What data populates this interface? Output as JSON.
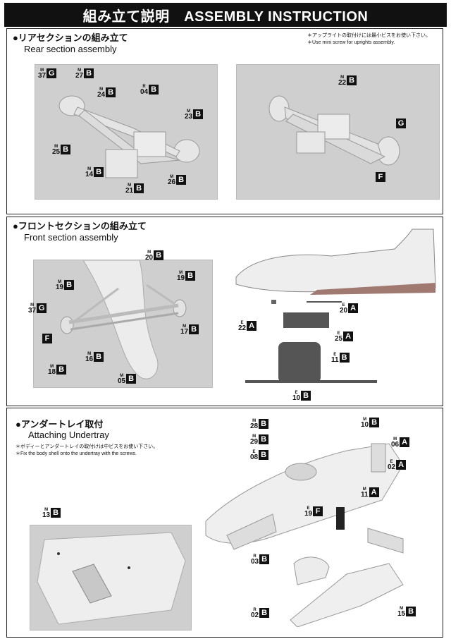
{
  "header": {
    "title": "組み立て説明　ASSEMBLY INSTRUCTION"
  },
  "sections": {
    "rear": {
      "title_jp": "●リアセクションの組み立て",
      "title_en": "Rear section assembly",
      "note_jp": "＊アップライトの取付けには最小ビスをお使い下さい。",
      "note_en": "＊Use mini screw for uprights assembly.",
      "left_labels": [
        {
          "code": "M",
          "num": "37",
          "box": "G"
        },
        {
          "code": "M",
          "num": "27",
          "box": "B"
        },
        {
          "code": "M",
          "num": "24",
          "box": "B"
        },
        {
          "code": "R",
          "num": "04",
          "box": "B"
        },
        {
          "code": "M",
          "num": "23",
          "box": "B"
        },
        {
          "code": "M",
          "num": "25",
          "box": "B"
        },
        {
          "code": "M",
          "num": "14",
          "box": "B"
        },
        {
          "code": "M",
          "num": "21",
          "box": "B"
        },
        {
          "code": "M",
          "num": "26",
          "box": "B"
        }
      ],
      "right_labels": [
        {
          "code": "M",
          "num": "22",
          "box": "B"
        },
        {
          "code": "",
          "num": "",
          "box": "G"
        },
        {
          "code": "",
          "num": "",
          "box": "F"
        }
      ]
    },
    "front": {
      "title_jp": "●フロントセクションの組み立て",
      "title_en": "Front section assembly",
      "left_labels": [
        {
          "code": "M",
          "num": "20",
          "box": "B"
        },
        {
          "code": "M",
          "num": "19",
          "box": "B"
        },
        {
          "code": "M",
          "num": "19",
          "box": "B"
        },
        {
          "code": "M",
          "num": "37",
          "box": "G"
        },
        {
          "code": "M",
          "num": "17",
          "box": "B"
        },
        {
          "code": "",
          "num": "",
          "box": "F"
        },
        {
          "code": "M",
          "num": "16",
          "box": "B"
        },
        {
          "code": "M",
          "num": "18",
          "box": "B"
        },
        {
          "code": "M",
          "num": "05",
          "box": "B"
        }
      ],
      "right_labels": [
        {
          "code": "E",
          "num": "22",
          "box": "A"
        },
        {
          "code": "E",
          "num": "20",
          "box": "A"
        },
        {
          "code": "E",
          "num": "25",
          "box": "A"
        },
        {
          "code": "E",
          "num": "11",
          "box": "B"
        },
        {
          "code": "E",
          "num": "10",
          "box": "B"
        }
      ]
    },
    "under": {
      "title_jp": "●アンダートレイ取付",
      "title_en": "Attaching Undertray",
      "note_jp": "＊ボディーとアンダートレイの取付けは中ビスをお使い下さい。",
      "note_en": "＊Fix the body shell onto the undertray with the screws.",
      "photo_label": {
        "code": "M",
        "num": "13",
        "box": "B"
      },
      "labels": [
        {
          "code": "M",
          "num": "28",
          "box": "B"
        },
        {
          "code": "M",
          "num": "29",
          "box": "B"
        },
        {
          "code": "E",
          "num": "08",
          "box": "B"
        },
        {
          "code": "M",
          "num": "10",
          "box": "B"
        },
        {
          "code": "M",
          "num": "06",
          "box": "A"
        },
        {
          "code": "E",
          "num": "02",
          "box": "A"
        },
        {
          "code": "M",
          "num": "11",
          "box": "A"
        },
        {
          "code": "E",
          "num": "19",
          "box": "F"
        },
        {
          "code": "R",
          "num": "03",
          "box": "B"
        },
        {
          "code": "R",
          "num": "02",
          "box": "B"
        },
        {
          "code": "M",
          "num": "15",
          "box": "B"
        }
      ]
    }
  }
}
